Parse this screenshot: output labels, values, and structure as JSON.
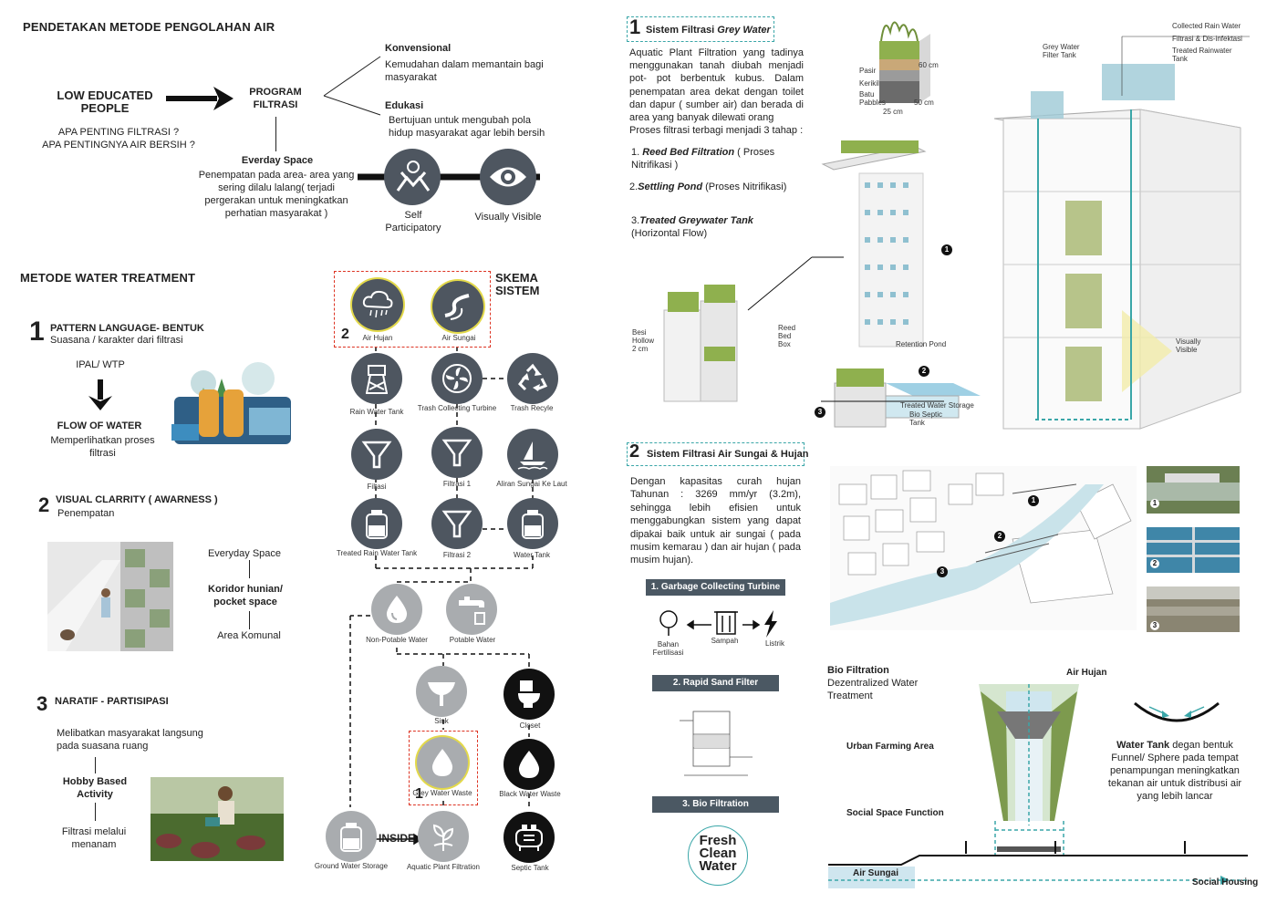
{
  "s1": {
    "title": "PENDETAKAN METODE PENGOLAHAN AIR",
    "low_people": "LOW  EDUCATED PEOPLE",
    "q1": "APA PENTING FILTRASI ?",
    "q2": "APA PENTINGNYA AIR BERSIH ?",
    "program": "PROGRAM FILTRASI",
    "konv_title": "Konvensional",
    "konv_text": "Kemudahan dalam memantain bagi masyarakat",
    "edu_title": "Edukasi",
    "edu_text": "Bertujuan untuk mengubah pola hidup masyarakat agar lebih bersih",
    "everyday_title": "Everday Space",
    "everyday_text": "Penempatan pada area- area yang sering dilalu lalang( terjadi  pergerakan untuk meningkatkan perhatian masyarakat )",
    "self": "Self Participatory",
    "visual": "Visually Visible"
  },
  "s2": {
    "title": "METODE  WATER TREATMENT",
    "m1_num": "1",
    "m1_title": "PATTERN LANGUAGE-  BENTUK",
    "m1_sub": "Suasana / karakter dari filtrasi",
    "ipal": "IPAL/ WTP",
    "flow": "FLOW OF WATER",
    "flow_sub": "Memperlihatkan proses filtrasi",
    "m2_num": "2",
    "m2_title": "VISUAL CLARRITY ( AWARNESS )",
    "m2_sub": "Penempatan",
    "everyday": "Everyday Space",
    "koridor": "Koridor hunian/ pocket space",
    "komunal": "Area Komunal",
    "m3_num": "3",
    "m3_title": "NARATIF  - PARTISIPASI",
    "m3_text": "Melibatkan masyarakat langsung pada suasana ruang",
    "hobby": "Hobby Based Activity",
    "menanam": "Filtrasi melalui menanam"
  },
  "skema": {
    "title": "SKEMA SISTEM",
    "num2": "2",
    "num1": "1",
    "inside": "INSIDE",
    "air_hujan": "Air Hujan",
    "air_sungai": "Air Sungai",
    "rain_tank": "Rain Water Tank",
    "trash_turbine": "Trash Collecting Turbine",
    "trash_recycle": "Trash Recyle",
    "filtasi": "Filtasi",
    "filtrasi1": "Filtrasi 1",
    "aliran": "Aliran Sungai Ke Laut",
    "treated_rain": "Treated Rain Water Tank",
    "filtrasi2": "Filtrasi 2",
    "water_tank": "Water Tank",
    "non_potable": "Non-Potable Water",
    "potable": "Potable Water",
    "sink": "Sink",
    "closet": "Closet",
    "grey_waste": "Grey Water Waste",
    "black_waste": "Black Water Waste",
    "ground_storage": "Ground Water Storage",
    "aquatic": "Aquatic Plant Filtration",
    "septic": "Septic Tank"
  },
  "grey": {
    "num": "1",
    "title_a": "Sistem Filtrasi ",
    "title_b": "Grey Water",
    "para": "Aquatic Plant Filtration yang tadinya menggunakan tanah diubah menjadi pot- pot berbentuk kubus. Dalam penempatan area dekat dengan toilet dan dapur ( sumber air) dan berada di area yang banyak dilewati orang",
    "para2": "Proses filtrasi terbagi menjadi 3 tahap :",
    "step1_a": "1. ",
    "step1_b": "Reed Bed Filtration",
    "step1_c": " ( Proses Nitrifikasi )",
    "step2_a": "2.",
    "step2_b": "Settling Pond",
    "step2_c": " (Proses Nitrifikasi)",
    "step3_a": "3.",
    "step3_b": "Treated Greywater Tank",
    "step3_c": " (Horizontal Flow)",
    "pasir": "Pasir",
    "kerikil": "Kerikil",
    "batu": "Batu Pabbles",
    "d60": "60 cm",
    "d50": "50 cm",
    "d25": "25 cm",
    "besi": "Besi Hollow 2 cm",
    "reed_box": "Reed Bed Box",
    "retention": "Retention Pond",
    "treated_storage": "Treated Water Storage",
    "bio_septic": "Bio Septic Tank",
    "b1": "1",
    "b2": "2",
    "b3": "3",
    "collected_rain": "Collected Rain Water",
    "filtrasi_dis": "Filtrasi & Dis-infektasi",
    "treated_rain_tank": "Treated Rainwater Tank",
    "grey_filter_tank": "Grey Water Filter Tank",
    "visually": "Visually Visible"
  },
  "river": {
    "num": "2",
    "title": "Sistem Filtrasi Air Sungai & Hujan",
    "para": "Dengan kapasitas curah hujan Tahunan : 3269 mm/yr (3.2m), sehingga lebih efisien untuk menggabungkan sistem yang dapat dipakai baik untuk air sungai ( pada musim kemarau ) dan air hujan ( pada musim hujan).",
    "bar1": "1. Garbage Collecting Turbine",
    "bahan": "Bahan Fertilisasi",
    "sampah": "Sampah",
    "listrik": "Listrik",
    "bar2": "2. Rapid Sand Filter",
    "bar3": "3. Bio Filtration",
    "fresh": "Fresh Clean Water"
  },
  "bio": {
    "title": "Bio Filtration",
    "sub": "Dezentralized Water Treatment",
    "air_hujan": "Air Hujan",
    "urban": "Urban Farming Area",
    "social_space": "Social Space Function",
    "tank_b": "Water Tank",
    "tank_text": " degan bentuk Funnel/ Sphere pada tempat penampungan meningkatkan tekanan air untuk distribusi air yang lebih lancar",
    "air_sungai": "Air Sungai",
    "social_housing": "Social Housing"
  },
  "colors": {
    "icon_dark": "#4e5660",
    "icon_light": "#a9acaf",
    "icon_black": "#111111",
    "accent_yellow": "#e3d94a",
    "red_dash": "#dd3322",
    "teal": "#3aa6a8",
    "bar": "#4b5863"
  }
}
